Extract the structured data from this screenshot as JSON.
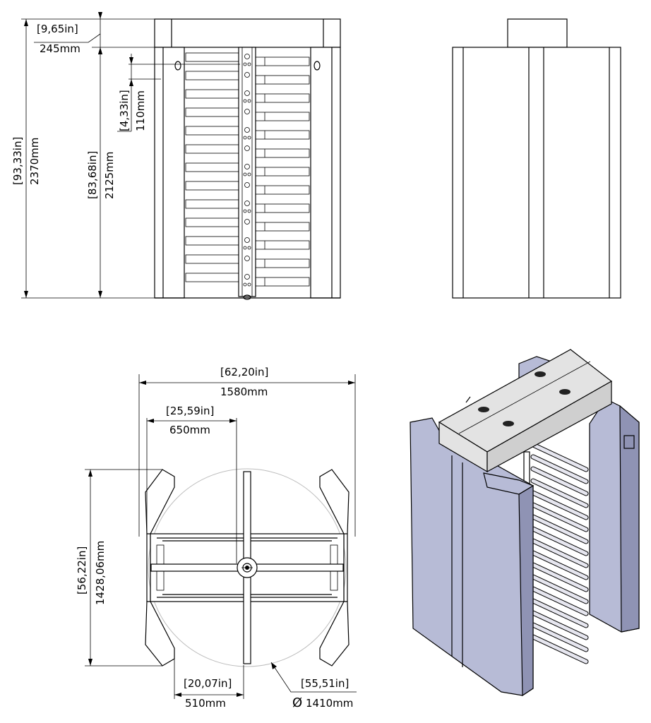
{
  "front_view": {
    "dims": {
      "top_in": "[9,65in]",
      "top_mm": "245mm",
      "total_in": "[93,33in]",
      "total_mm": "2370mm",
      "frame_in": "[83,68in]",
      "frame_mm": "2125mm",
      "pitch_in": "[4,33in]",
      "pitch_mm": "110mm"
    }
  },
  "top_view": {
    "dims": {
      "width_in": "[62,20in]",
      "width_mm": "1580mm",
      "half_in": "[25,59in]",
      "half_mm": "650mm",
      "depth_in": "[56,22in]",
      "depth_mm": "1428,06mm",
      "passage_in": "[20,07in]",
      "passage_mm": "510mm",
      "diameter_in": "[55,51in]",
      "diameter_mm": "1410mm",
      "diameter_symbol": "Ø"
    }
  },
  "colors": {
    "line": "#000000",
    "iso_panel": "#b7bbd6",
    "iso_panel_dark": "#8f93b4",
    "iso_top": "#e3e3e3",
    "iso_bar": "#e6e6ef"
  }
}
